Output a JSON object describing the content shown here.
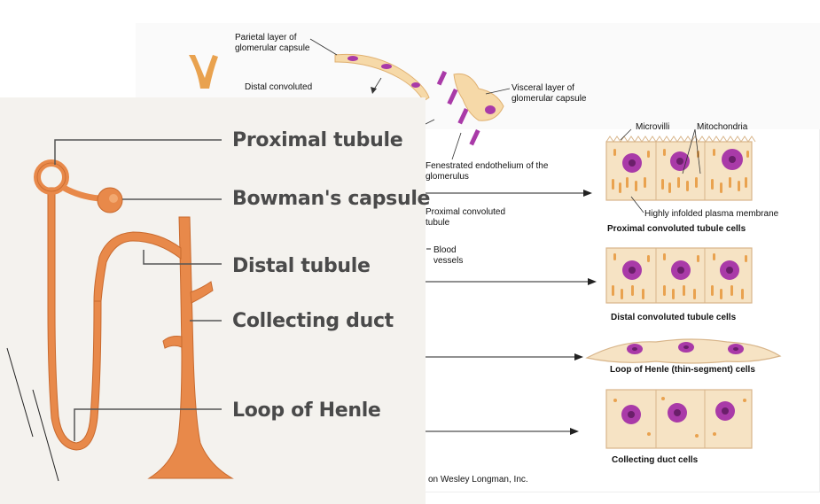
{
  "back_diagram": {
    "labels": {
      "parietal": "Parietal layer of glomerular capsule",
      "distal_convoluted": "Distal convoluted",
      "visceral": "Visceral layer of glomerular capsule",
      "fenestrated": "Fenestrated endothelium of the glomerulus",
      "proximal_convoluted": "Proximal convoluted tubule",
      "blood_vessels": "Blood vessels",
      "microvilli": "Microvilli",
      "mitochondria": "Mitochondria",
      "plasma_membrane": "Highly infolded plasma membrane",
      "credit": "on Wesley Longman, Inc."
    },
    "cell_titles": [
      "Proximal convoluted tubule cells",
      "Distal convoluted tubule cells",
      "Loop of Henle (thin-segment) cells",
      "Collecting duct cells"
    ]
  },
  "front_diagram": {
    "labels": [
      "Proximal tubule",
      "Bowman's capsule",
      "Distal tubule",
      "Collecting duct",
      "Loop of Henle"
    ]
  },
  "colors": {
    "tubule": "#e8894a",
    "tubule_dark": "#c96a2e",
    "cell_fill": "#f6e3c4",
    "mitochondria": "#e9a24f",
    "nucleus": "#a93aa8",
    "nucleus_center": "#6a1f6a",
    "label_text": "#4a4a4a"
  }
}
